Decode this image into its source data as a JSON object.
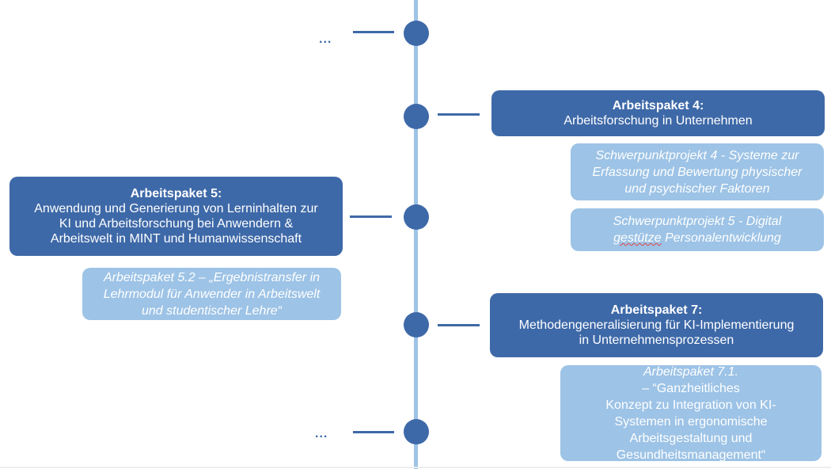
{
  "colors": {
    "spine": "#9DC3E6",
    "node": "#3E69A8",
    "box_dark": "#3E69A8",
    "box_light": "#9DC3E6",
    "text_on_box": "#FFFFFF"
  },
  "timeline": {
    "top_ellipsis": "...",
    "bottom_ellipsis": "..."
  },
  "boxes": {
    "ap4": {
      "title": "Arbeitspaket 4:",
      "subtitle": "Arbeitsforschung in Unternehmen"
    },
    "sp4": {
      "line1": "Schwerpunktprojekt 4 - Systeme zur",
      "line2": "Erfassung und Bewertung physischer",
      "line3": "und psychischer Faktoren"
    },
    "sp5": {
      "line1": "Schwerpunktprojekt 5 - Digital",
      "word_gestuetze": "gestütze",
      "line2_rest": " Personalentwicklung"
    },
    "ap5": {
      "title": "Arbeitspaket 5:",
      "line1": "Anwendung und Generierung von Lerninhalten zur",
      "line2": "KI und Arbeitsforschung bei Anwendern &",
      "line3": "Arbeitswelt in MINT und Humanwissenschaft"
    },
    "ap52": {
      "line1": "Arbeitspaket 5.2 – „Ergebnistransfer in",
      "line2": "Lehrmodul für Anwender in Arbeitswelt",
      "line3": "und studentischer Lehre“"
    },
    "ap7": {
      "title": "Arbeitspaket 7:",
      "line1": "Methodengeneralisierung für KI-Implementierung",
      "line2": "in Unternehmensprozessen"
    },
    "ap71": {
      "label_italic": "Arbeitspaket 7.1.",
      "label_rest": " – “Ganzheitliches",
      "line2": "Konzept zu Integration von KI-",
      "line3": "Systemen in ergonomische",
      "line4": "Arbeitsgestaltung und",
      "line5": "Gesundheitsmanagement“"
    }
  }
}
